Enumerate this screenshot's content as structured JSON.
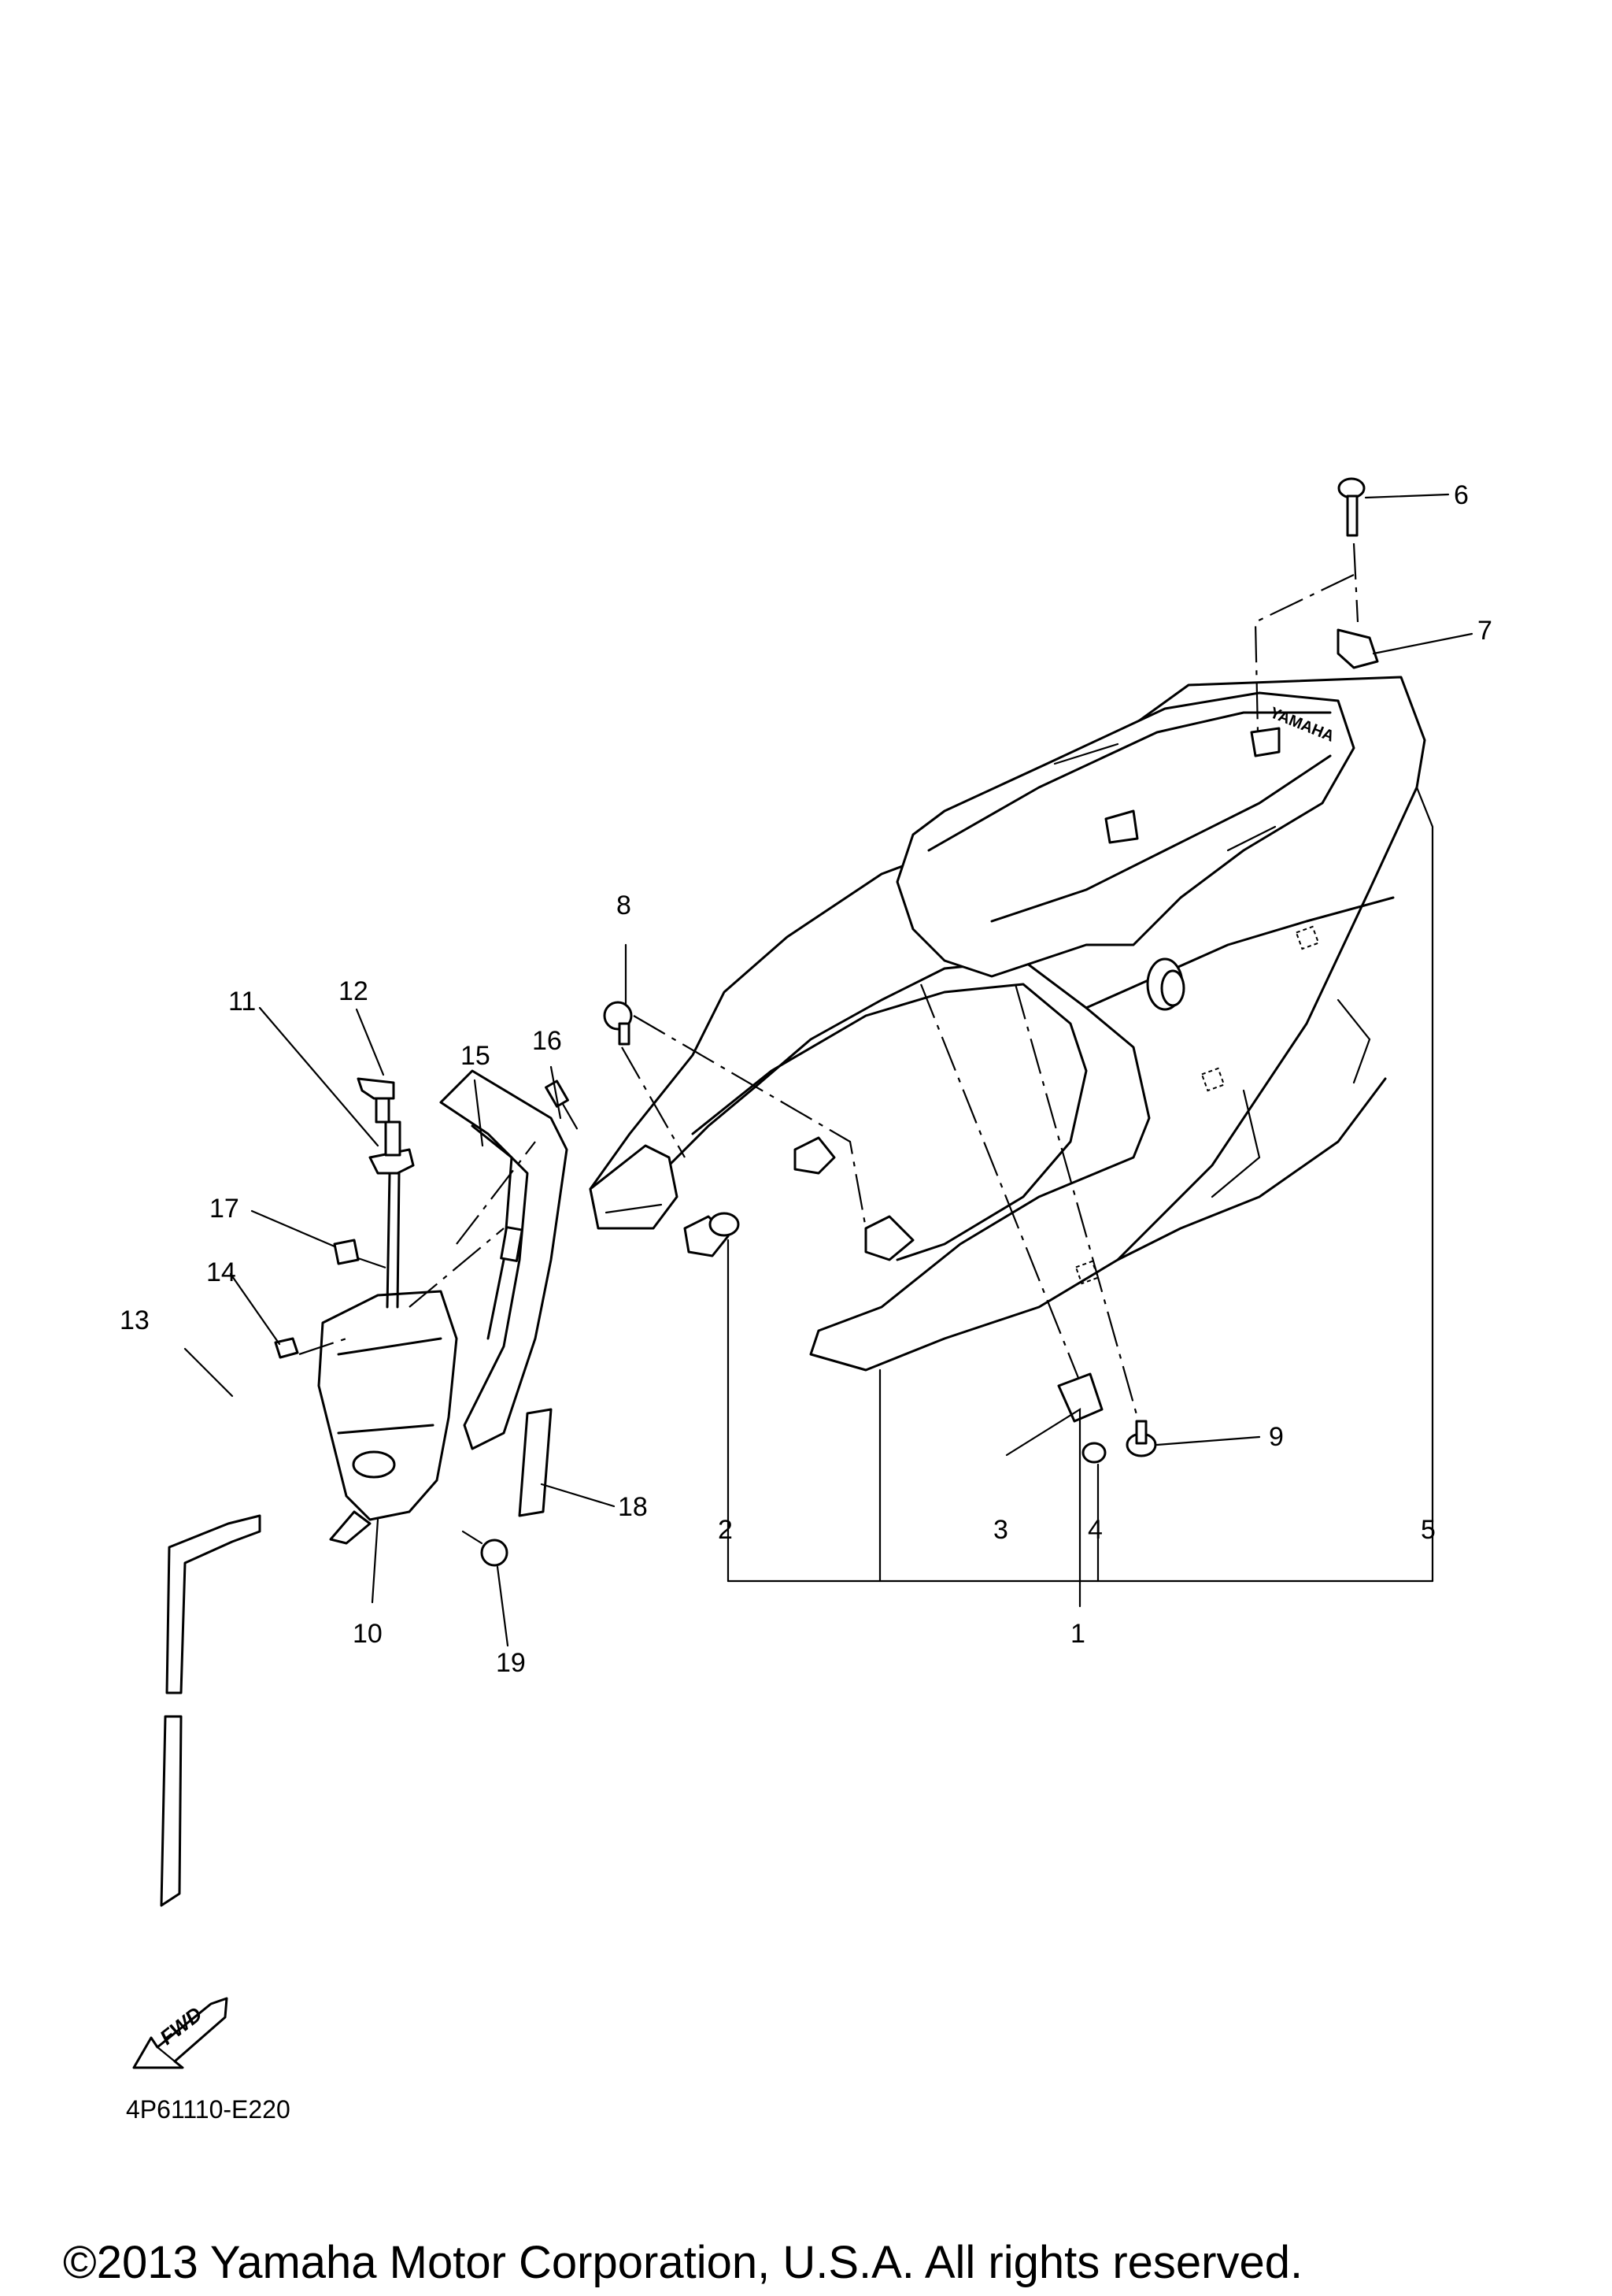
{
  "part_labels": [
    "1",
    "2",
    "3",
    "4",
    "5",
    "6",
    "7",
    "8",
    "9",
    "10",
    "11",
    "12",
    "13",
    "14",
    "15",
    "16",
    "17",
    "18",
    "19"
  ],
  "diagram_code": "4P61110-E220",
  "fwd_label": "FWD",
  "logo_text": "YAMAHA",
  "copyright": "©2013 Yamaha Motor Corporation, U.S.A. All rights reserved."
}
